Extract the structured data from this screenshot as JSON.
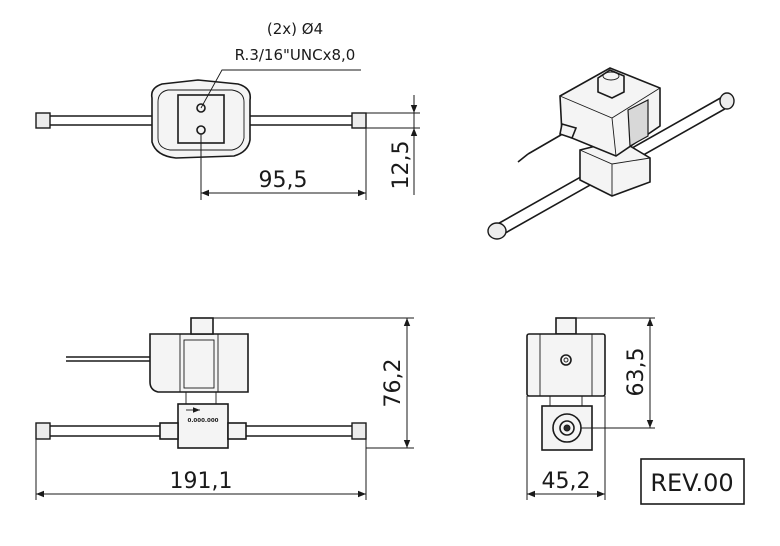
{
  "labels": {
    "hole_note_line1": "(2x) Ø4",
    "hole_note_line2": "R.3/16\"UNCx8,0",
    "dim_top_width": "95,5",
    "dim_top_height": "12,5",
    "dim_front_height": "76,2",
    "dim_front_width": "191,1",
    "dim_side_height": "63,5",
    "dim_side_width": "45,2",
    "revision": "REV.00",
    "body_marking": "0.000.000"
  }
}
